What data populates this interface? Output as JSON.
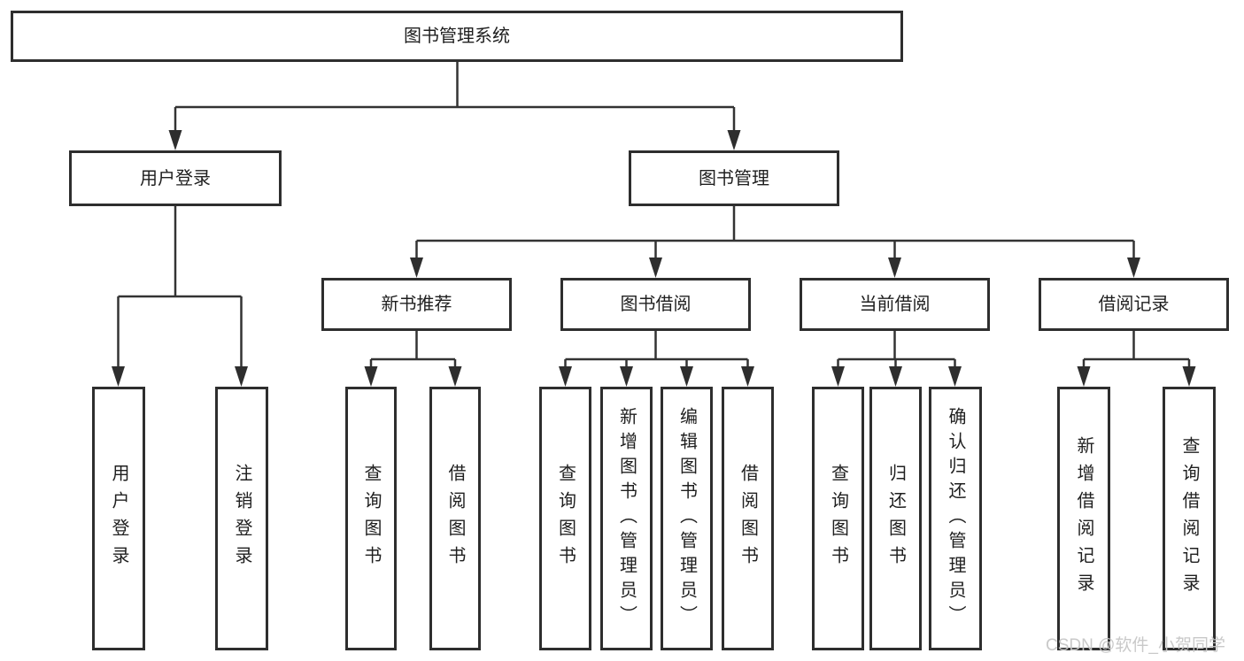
{
  "diagram": {
    "title": "图书管理系统",
    "nodes": {
      "root": "图书管理系统",
      "user_login": "用户登录",
      "book_management": "图书管理",
      "new_book_recommend": "新书推荐",
      "book_borrow": "图书借阅",
      "current_borrow": "当前借阅",
      "borrow_record": "借阅记录",
      "leaf_user_login": "用户登录",
      "leaf_logout": "注销登录",
      "leaf_nbr_query_book": "查询图书",
      "leaf_nbr_borrow_book": "借阅图书",
      "leaf_bb_query_book": "查询图书",
      "leaf_bb_add_book_admin": "新增图书（管理员）",
      "leaf_bb_edit_book_admin": "编辑图书（管理员）",
      "leaf_bb_borrow_book": "借阅图书",
      "leaf_cb_query_book": "查询图书",
      "leaf_cb_return_book": "归还图书",
      "leaf_cb_confirm_return_admin": "确认归还（管理员）",
      "leaf_br_add_record": "新增借阅记录",
      "leaf_br_query_record": "查询借阅记录"
    },
    "colors": {
      "line": "#333333",
      "arrow": "#2e2e2e",
      "border": "#2e2e2e",
      "text": "#1f1f1f",
      "watermark": "#c6c6c6"
    }
  },
  "watermark": "CSDN @软件_小贺同学"
}
